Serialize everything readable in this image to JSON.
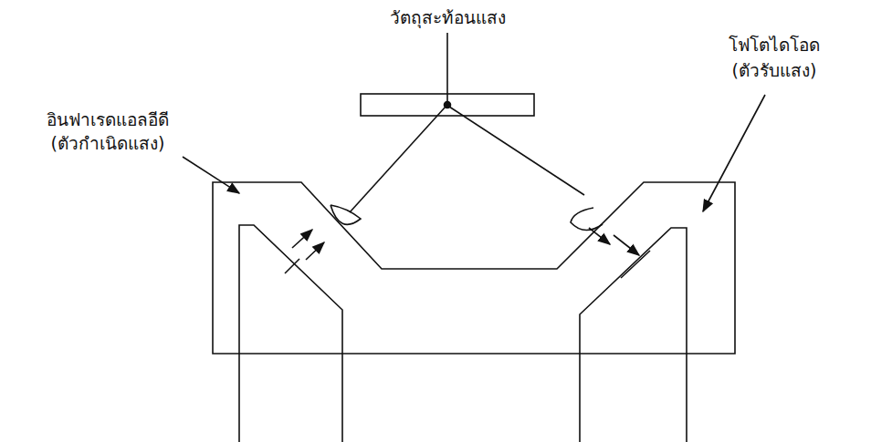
{
  "diagram": {
    "labels": [
      "วัตถุสะท้อนแสง",
      "อินฟาเรดแอลอีดี",
      "(ตัวกำเนิดแสง)",
      "โฟโตไดโอด",
      "(ตัวรับแสง)"
    ]
  }
}
